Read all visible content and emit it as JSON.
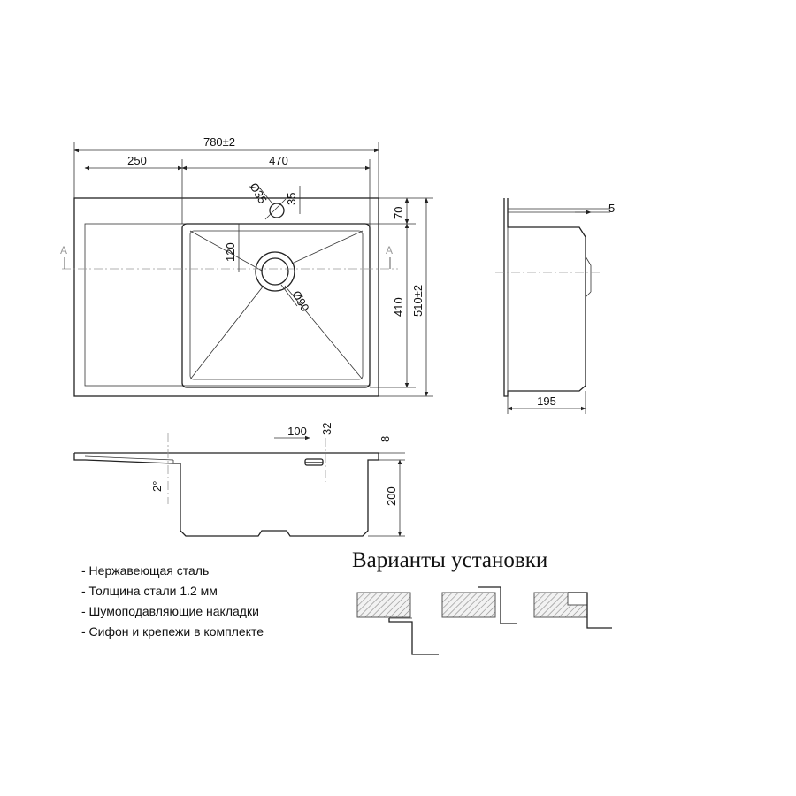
{
  "top_view": {
    "overall_width": "780±2",
    "left_width": "250",
    "bowl_width": "470",
    "tap_hole_dia": "Ø35",
    "tap_hole_offset": "35",
    "bowl_front_offset": "70",
    "drain_offset": "120",
    "drain_dia": "Ø90",
    "bowl_length": "410",
    "overall_length": "510±2",
    "section_mark": "A"
  },
  "side_view": {
    "lip_height": "5",
    "depth": "195"
  },
  "front_view": {
    "overflow_width": "100",
    "overflow_offset": "32",
    "rim_thickness": "8",
    "bowl_depth": "200",
    "slope": "2°"
  },
  "features": [
    "- Нержавеющая сталь",
    "- Толщина стали 1.2 мм",
    "- Шумоподавляющие накладки",
    "- Сифон и крепежи в комплекте"
  ],
  "installation": {
    "title": "Варианты установки",
    "accent_color": "#d0101a",
    "variants": [
      "overmount",
      "flush",
      "undermount"
    ]
  }
}
